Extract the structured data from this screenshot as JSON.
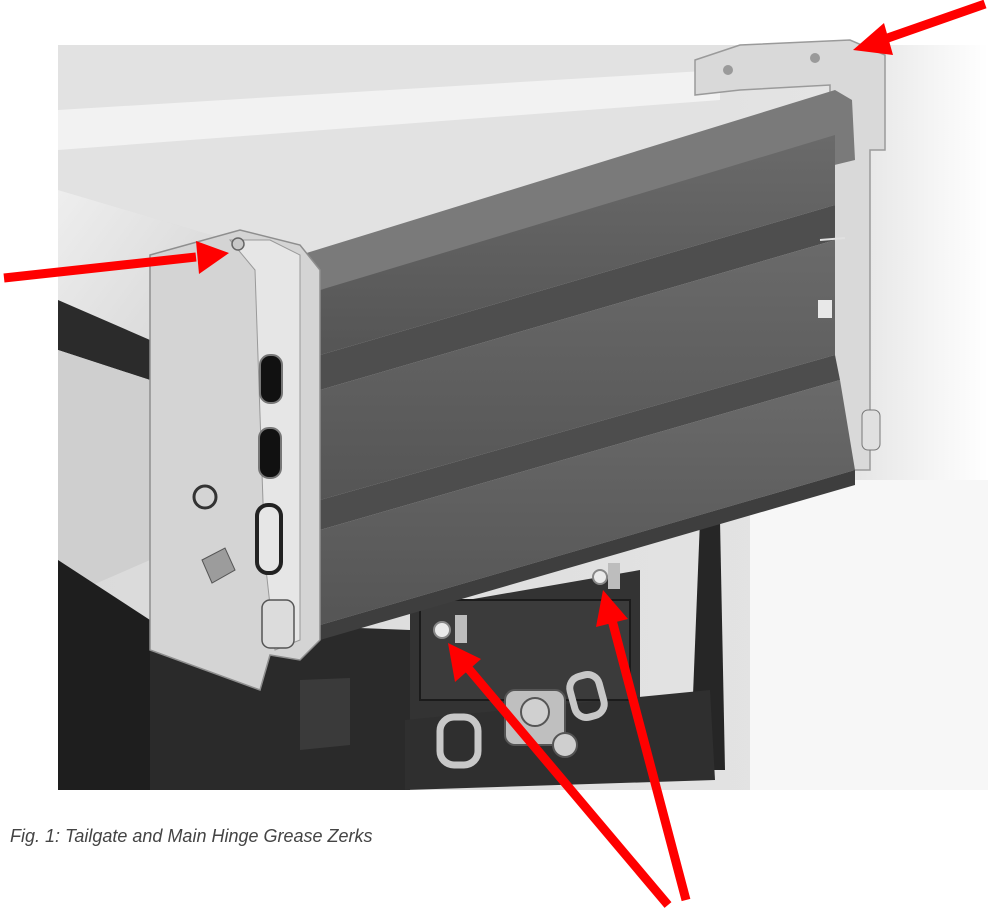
{
  "figure": {
    "caption": "Fig. 1: Tailgate and Main Hinge Grease Zerks",
    "arrow_color": "#ff0000",
    "arrow_count": 4,
    "subject": "dump truck body rear with tailgate, hinge posts and hitch"
  },
  "colors": {
    "background": "#ffffff",
    "panel_dark": "#5a5a5a",
    "panel_mid": "#6e6e6e",
    "body_light": "#d4d4d4",
    "floor_dark": "#2a2a2a"
  }
}
